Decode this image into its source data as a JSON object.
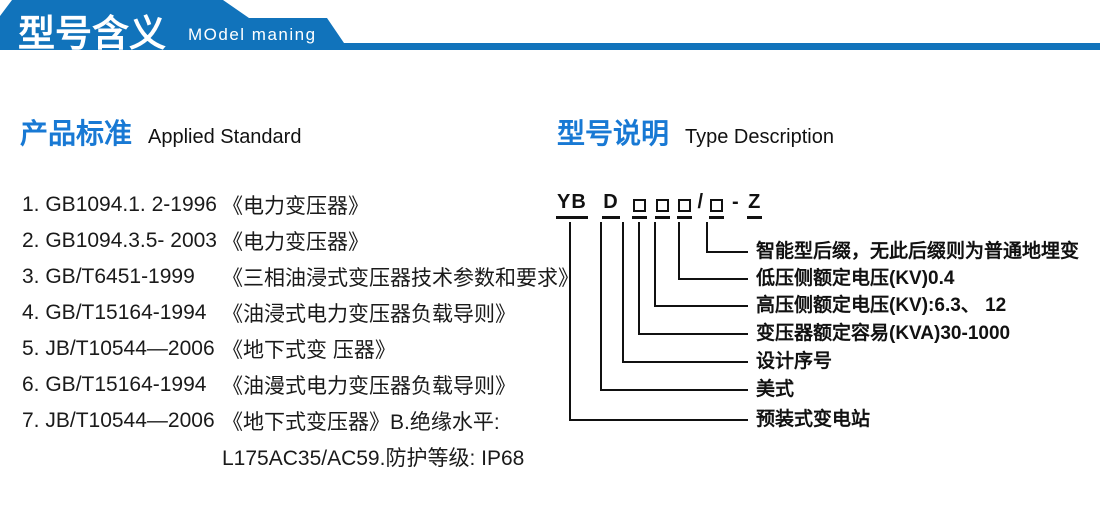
{
  "header": {
    "title": "型号含义",
    "subtitle": "MOdel maning"
  },
  "colors": {
    "header_blue": "#1173bb",
    "heading_blue": "#1879d4",
    "text": "#1a1a1a"
  },
  "left": {
    "heading_cn": "产品标准",
    "heading_en": "Applied Standard",
    "items": [
      {
        "code": "1. GB1094.1. 2-1996",
        "title": "《电力变压器》"
      },
      {
        "code": "2. GB1094.3.5- 2003",
        "title": "《电力变压器》"
      },
      {
        "code": "3. GB/T6451-1999",
        "title": "《三相油浸式变压器技术参数和要求》"
      },
      {
        "code": "4. GB/T15164-1994",
        "title": "《油浸式电力变压器负载导则》"
      },
      {
        "code": "5. JB/T10544—2006",
        "title": "《地下式变 压器》"
      },
      {
        "code": "6. GB/T15164-1994",
        "title": "《油漫式电力变压器负载导则》"
      },
      {
        "code": "7. JB/T10544—2006",
        "title": "《地下式变压器》B.绝缘水平:"
      }
    ],
    "continuation": "L175AC35/AC59.防护等级: IP68"
  },
  "right": {
    "heading_cn": "型号说明",
    "heading_en": "Type Description",
    "model_code": {
      "parts": [
        {
          "text": "YB"
        },
        {
          "text": "D"
        },
        {
          "box": true
        },
        {
          "box": true
        },
        {
          "box": true
        },
        {
          "text": "/"
        },
        {
          "box": true
        },
        {
          "text": "-"
        },
        {
          "text": "Z"
        }
      ]
    },
    "labels": [
      "智能型后缀，无此后缀则为普通地埋变",
      "低压侧额定电压(KV)0.4",
      "高压侧额定电压(KV):6.3、 12",
      "变压器额定容易(KVA)30-1000",
      "设计序号",
      "美式",
      "预装式变电站"
    ]
  }
}
